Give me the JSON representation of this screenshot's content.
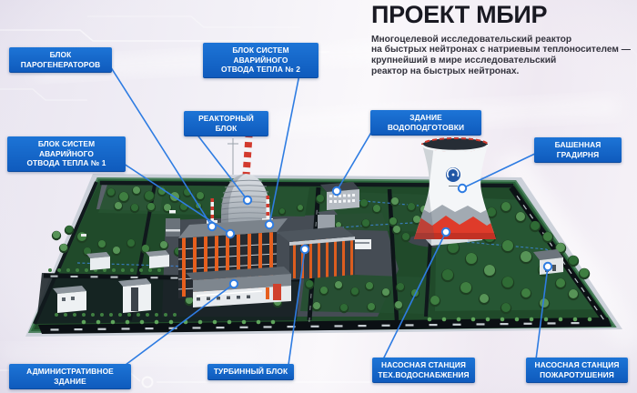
{
  "header": {
    "title": "ПРОЕКТ МБИР",
    "description_lines": [
      "Многоцелевой исследовательский реактор",
      "на быстрых нейтронах с натриевым теплоносителем —",
      "крупнейший в мире исследовательский",
      "реактор на быстрых нейтронах."
    ]
  },
  "callouts": [
    {
      "id": "steam-generator-block",
      "label": "БЛОК ПАРОГЕНЕРАТОРОВ"
    },
    {
      "id": "emergency-heat-removal-2",
      "label": "БЛОК СИСТЕМ АВАРИЙНОГО\nОТВОДА ТЕПЛА № 2"
    },
    {
      "id": "reactor-block",
      "label": "РЕАКТОРНЫЙ БЛОК"
    },
    {
      "id": "water-treatment-building",
      "label": "ЗДАНИЕ ВОДОПОДГОТОВКИ"
    },
    {
      "id": "cooling-tower",
      "label": "БАШЕННАЯ ГРАДИРНЯ"
    },
    {
      "id": "emergency-heat-removal-1",
      "label": "БЛОК СИСТЕМ АВАРИЙНОГО\nОТВОДА ТЕПЛА № 1"
    },
    {
      "id": "administrative-building",
      "label": "АДМИНИСТРАТИВНОЕ ЗДАНИЕ"
    },
    {
      "id": "turbine-block",
      "label": "ТУРБИННЫЙ БЛОК"
    },
    {
      "id": "pump-station-water",
      "label": "НАСОСНАЯ СТАНЦИЯ\nТЕХ.ВОДОСНАБЖЕНИЯ"
    },
    {
      "id": "pump-station-fire",
      "label": "НАСОСНАЯ СТАНЦИЯ\nПОЖАРОТУШЕНИЯ"
    }
  ],
  "colors": {
    "label_blue": "#1667cd",
    "callout_line": "#2e7ce2",
    "title_text": "#191922",
    "body_text": "#33333d",
    "site_green": "#204a2a",
    "accent_orange": "#e65f1e",
    "tower_red": "#df3b2a"
  }
}
